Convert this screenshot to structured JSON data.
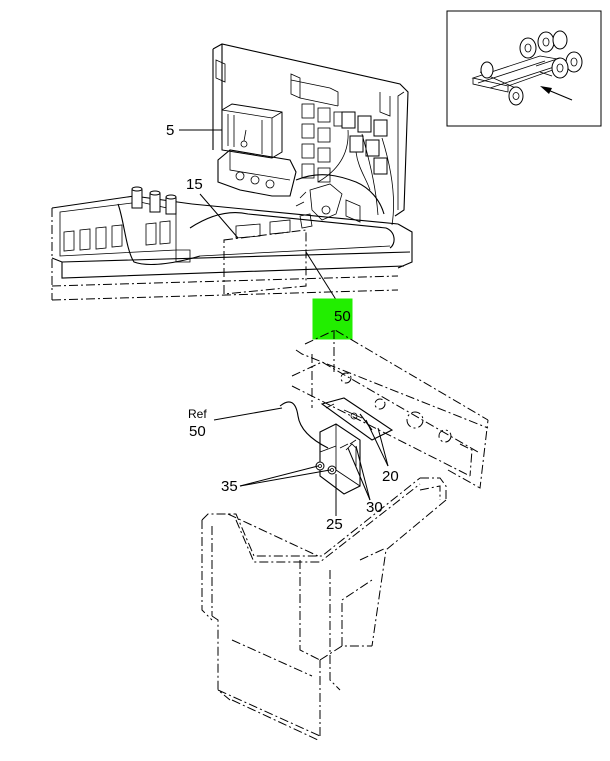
{
  "callouts": {
    "c5": "5",
    "c15": "15",
    "c50_highlight": "50",
    "ref_word": "Ref",
    "ref_number": "50",
    "c20": "20",
    "c35": "35",
    "c30": "30",
    "c25": "25"
  },
  "colors": {
    "highlight": "#22ee00",
    "line": "#000000",
    "background": "#ffffff"
  },
  "icons": {
    "locator": "truck-chassis-locator-icon",
    "arrow": "arrow-icon"
  }
}
